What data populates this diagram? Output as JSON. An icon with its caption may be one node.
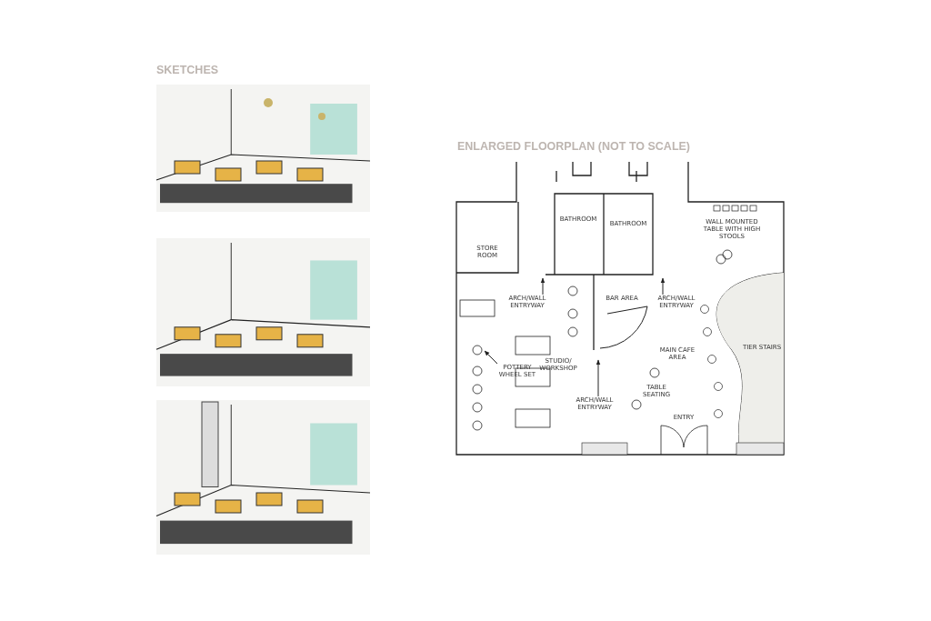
{
  "diagram": {
    "nodes": [
      {
        "text": [
          "ARCH/WALL ENTRYWAY"
        ]
      },
      {
        "text": [
          "ARCH/WALL ENTRYWAY"
        ]
      },
      {
        "text": [
          "POTTERY WHEEL SET"
        ]
      },
      {
        "text": [
          "ARCH/WALL ENTRYWAY"
        ]
      }
    ],
    "edges": [
      {
        "from": 0,
        "to": null,
        "arrow": "to"
      },
      {
        "from": 1,
        "to": null,
        "arrow": "to"
      },
      {
        "from": 2,
        "to": null,
        "arrow": "to"
      },
      {
        "from": 3,
        "to": null,
        "arrow": "to"
      }
    ],
    "labels": [
      "SKETCHES",
      "ENLARGED FLOORPLAN (NOT TO SCALE)",
      "BATHROOM",
      "BATHROOM",
      "STORE ROOM",
      "WALL MOUNTED TABLE WITH HIGH STOOLS",
      "BAR AREA",
      "MAIN CAFE AREA",
      "STUDIO/ WORKSHOP",
      "TIER STAIRS",
      "TABLE SEATING",
      "ENTRY"
    ]
  }
}
